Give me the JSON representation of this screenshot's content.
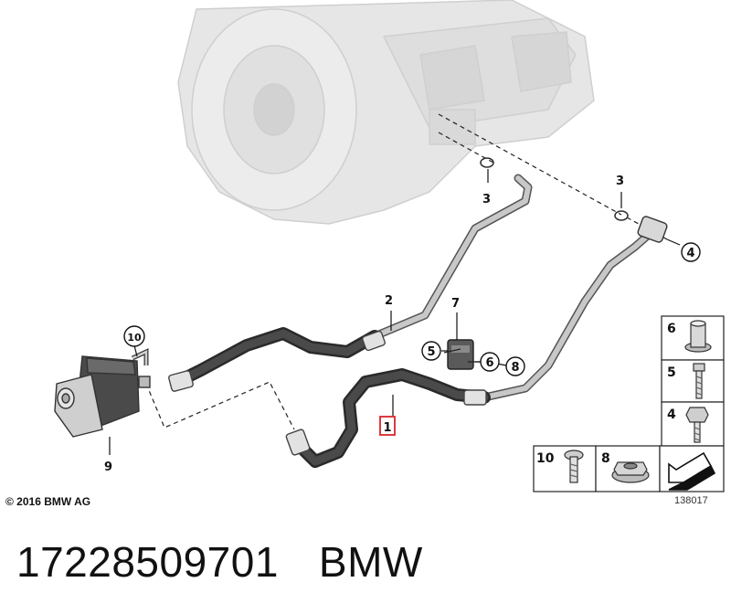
{
  "callouts": {
    "c1": "1",
    "c2": "2",
    "c3a": "3",
    "c3b": "3",
    "c4": "4",
    "c5": "5",
    "c6": "6",
    "c7": "7",
    "c8": "8",
    "c9": "9",
    "c10": "10"
  },
  "parts_table": {
    "p6": "6",
    "p5": "5",
    "p4": "4",
    "p10": "10",
    "p8": "8"
  },
  "copyright": "© 2016 BMW AG",
  "diagram_ref": "138017",
  "footer": {
    "part_number": "17228509701",
    "brand": "BMW"
  },
  "colors": {
    "highlight": "#d8262a",
    "hose": "#3a3a3a",
    "pipe": "#a8a8a8",
    "ghost": "#d4d4d4"
  }
}
